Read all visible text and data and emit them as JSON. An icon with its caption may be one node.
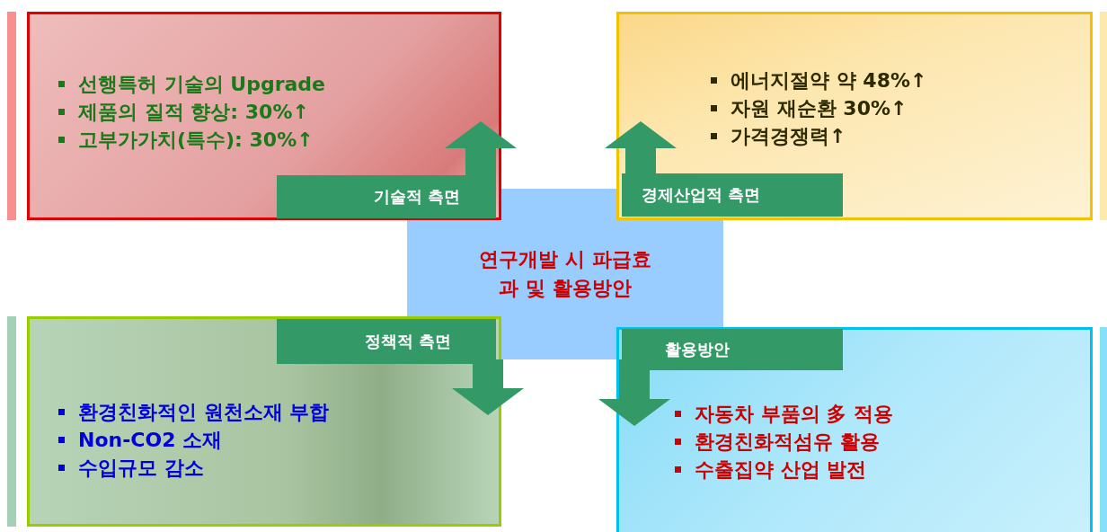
{
  "diagram": {
    "nodes": [
      {
        "text": [
          "연구개발 시 파급효과 및 활용방안"
        ]
      },
      {
        "text": [
          "선행특허 기술의 Upgrade",
          "제품의 질적 향상: 30%↑",
          "고부가가치(특수): 30%↑"
        ]
      },
      {
        "text": [
          "에너지절약 약 48%↑",
          "자원 재순환 30%↑",
          "가격경쟁력↑"
        ]
      },
      {
        "text": [
          "환경친화적인 원천소재 부합",
          "Non-CO2 소재",
          "수입규모 감소"
        ]
      },
      {
        "text": [
          "자동차 부품의 多 적용",
          "환경친화적섬유 활용",
          "수출집약 산업 발전"
        ]
      }
    ],
    "edges": [
      {
        "from": 0,
        "to": 1,
        "arrow": "to",
        "label": "기술적 측면"
      },
      {
        "from": 0,
        "to": 2,
        "arrow": "to",
        "label": "경제산업적 측면"
      },
      {
        "from": 0,
        "to": 3,
        "arrow": "to",
        "label": "정책적 측면"
      },
      {
        "from": 0,
        "to": 4,
        "arrow": "to",
        "label": "활용방안"
      }
    ]
  }
}
